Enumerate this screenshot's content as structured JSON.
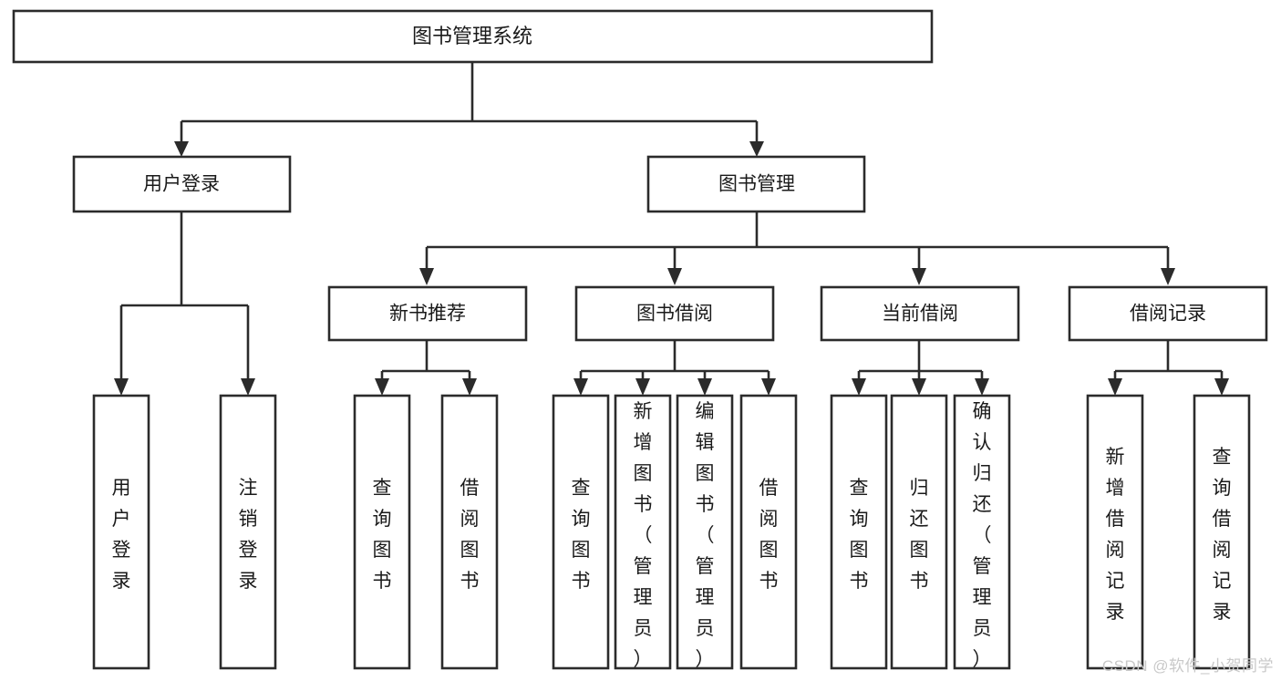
{
  "diagram": {
    "title": "图书管理系统",
    "type": "tree-hierarchy-functional-structure",
    "root": {
      "id": "root",
      "label": "图书管理系统",
      "orientation": "horizontal"
    },
    "level1": [
      {
        "id": "user-login",
        "label": "用户登录",
        "orientation": "horizontal"
      },
      {
        "id": "book-management",
        "label": "图书管理",
        "orientation": "horizontal"
      }
    ],
    "level2": [
      {
        "id": "new-book-recommend",
        "label": "新书推荐",
        "orientation": "horizontal",
        "parent": "book-management"
      },
      {
        "id": "book-borrow",
        "label": "图书借阅",
        "orientation": "horizontal",
        "parent": "book-management"
      },
      {
        "id": "current-borrow",
        "label": "当前借阅",
        "orientation": "horizontal",
        "parent": "book-management"
      },
      {
        "id": "borrow-record",
        "label": "借阅记录",
        "orientation": "horizontal",
        "parent": "book-management"
      }
    ],
    "leaves": {
      "user_login": [
        {
          "id": "leaf-user-login",
          "label": "用户登录",
          "orientation": "vertical"
        },
        {
          "id": "leaf-logout-login",
          "label": "注销登录",
          "orientation": "vertical"
        }
      ],
      "new_book_recommend": [
        {
          "id": "leaf-query-book-1",
          "label": "查询图书",
          "orientation": "vertical"
        },
        {
          "id": "leaf-borrow-book-1",
          "label": "借阅图书",
          "orientation": "vertical"
        }
      ],
      "book_borrow": [
        {
          "id": "leaf-query-book-2",
          "label": "查询图书",
          "orientation": "vertical"
        },
        {
          "id": "leaf-add-book-admin",
          "label": "新增图书（管理员）",
          "orientation": "vertical"
        },
        {
          "id": "leaf-edit-book-admin",
          "label": "编辑图书（管理员）",
          "orientation": "vertical"
        },
        {
          "id": "leaf-borrow-book-2",
          "label": "借阅图书",
          "orientation": "vertical"
        }
      ],
      "current_borrow": [
        {
          "id": "leaf-query-book-3",
          "label": "查询图书",
          "orientation": "vertical"
        },
        {
          "id": "leaf-return-book",
          "label": "归还图书",
          "orientation": "vertical"
        },
        {
          "id": "leaf-confirm-return-admin",
          "label": "确认归还（管理员）",
          "orientation": "vertical"
        }
      ],
      "borrow_record": [
        {
          "id": "leaf-add-borrow-record",
          "label": "新增借阅记录",
          "orientation": "vertical"
        },
        {
          "id": "leaf-query-borrow-record",
          "label": "查询借阅记录",
          "orientation": "vertical"
        }
      ]
    },
    "colors": {
      "box_fill": "#ffffff",
      "box_stroke": "#2b2b2b",
      "connector": "#2b2b2b",
      "text": "#1a1a1a",
      "background": "#ffffff",
      "watermark": "#c9c9c9"
    }
  },
  "watermark": {
    "text": "CSDN @软件_小贺同学"
  }
}
